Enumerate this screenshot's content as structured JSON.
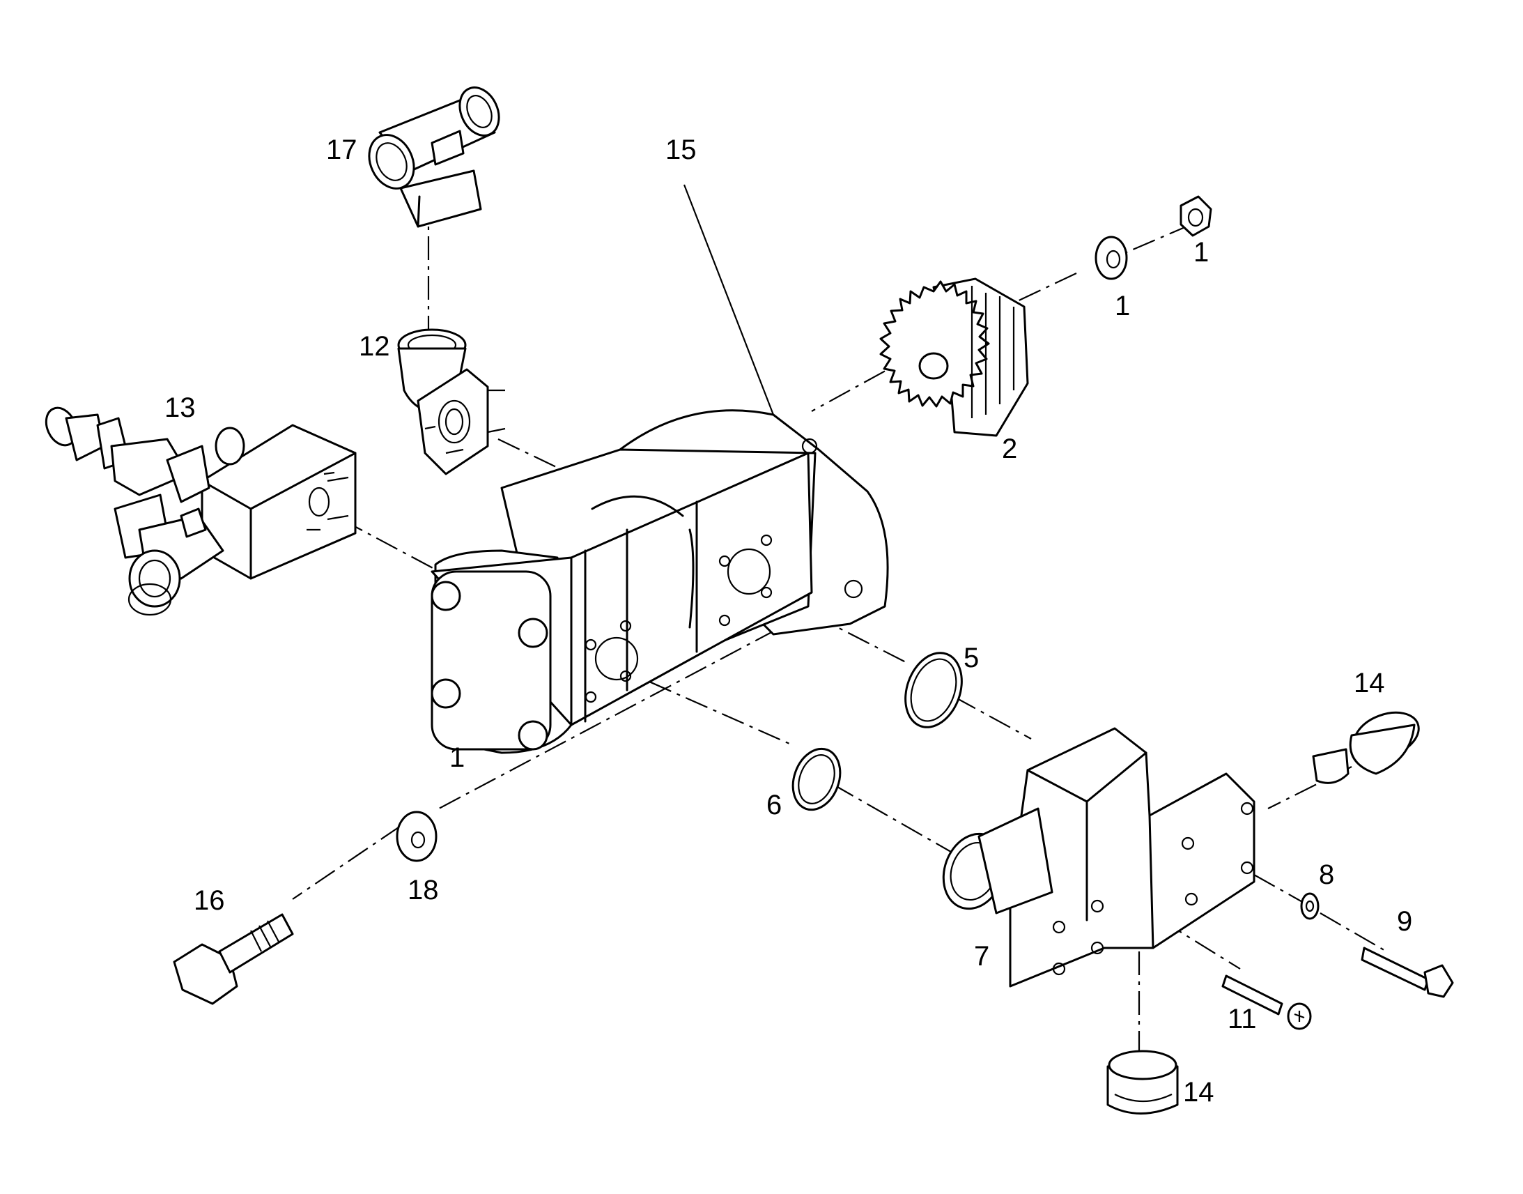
{
  "callouts": {
    "c1_nut": "1",
    "c1_washer": "1",
    "c1_pump": "1",
    "c2": "2",
    "c5": "5",
    "c6": "6",
    "c7": "7",
    "c8": "8",
    "c9": "9",
    "c11": "11",
    "c12": "12",
    "c13": "13",
    "c14_top": "14",
    "c14_bottom": "14",
    "c15": "15",
    "c16": "16",
    "c17": "17",
    "c18": "18"
  }
}
